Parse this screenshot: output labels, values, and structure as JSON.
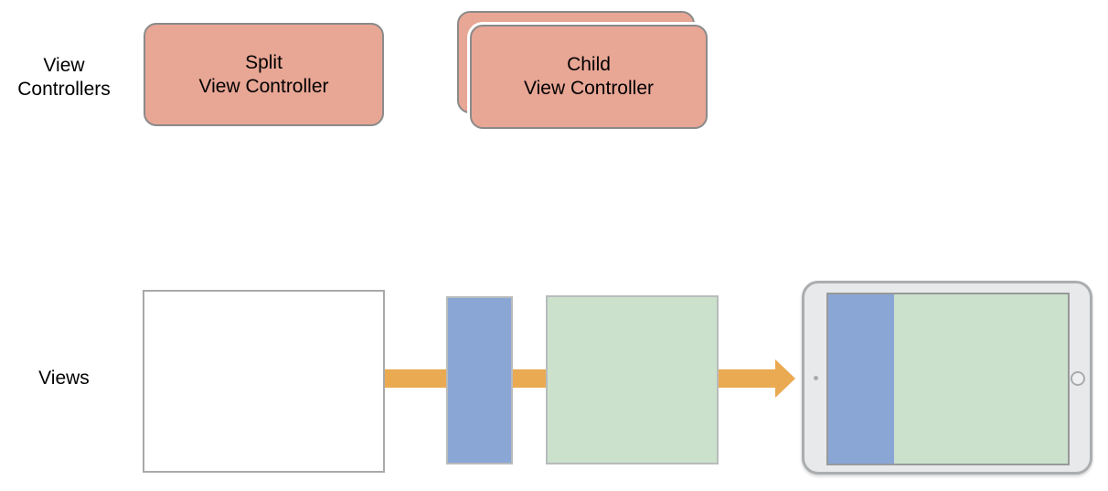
{
  "rows": {
    "view_controllers": {
      "label_line1": "View",
      "label_line2": "Controllers"
    },
    "views": {
      "label": "Views"
    }
  },
  "controller_boxes": {
    "split": {
      "line1": "Split",
      "line2": "View Controller"
    },
    "child": {
      "line1": "Child",
      "line2": "View Controller"
    }
  },
  "icons": {
    "camera": "camera-dot",
    "home": "home-button-circle"
  },
  "colors": {
    "controller_fill": "#E8A695",
    "controller_border": "#8A8A8A",
    "content_view_fill": "#FFFFFF",
    "primary_view_fill": "#89A6D5",
    "secondary_view_fill": "#CBE1CC",
    "arrow_fill": "#EAAA52",
    "device_body_fill": "#E7E9EA",
    "device_border": "#ABAEB0"
  }
}
